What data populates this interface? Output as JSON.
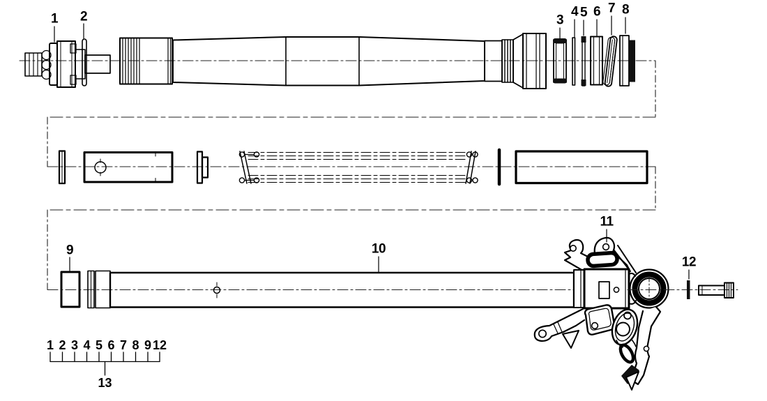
{
  "colors": {
    "line": "#000000",
    "background": "#ffffff"
  },
  "callouts": [
    "1",
    "2",
    "3",
    "4",
    "5",
    "6",
    "7",
    "8",
    "9",
    "10",
    "11",
    "12"
  ],
  "legend": {
    "items": [
      "1",
      "2",
      "3",
      "4",
      "5",
      "6",
      "7",
      "8",
      "9",
      "12"
    ],
    "group_label": "13"
  }
}
